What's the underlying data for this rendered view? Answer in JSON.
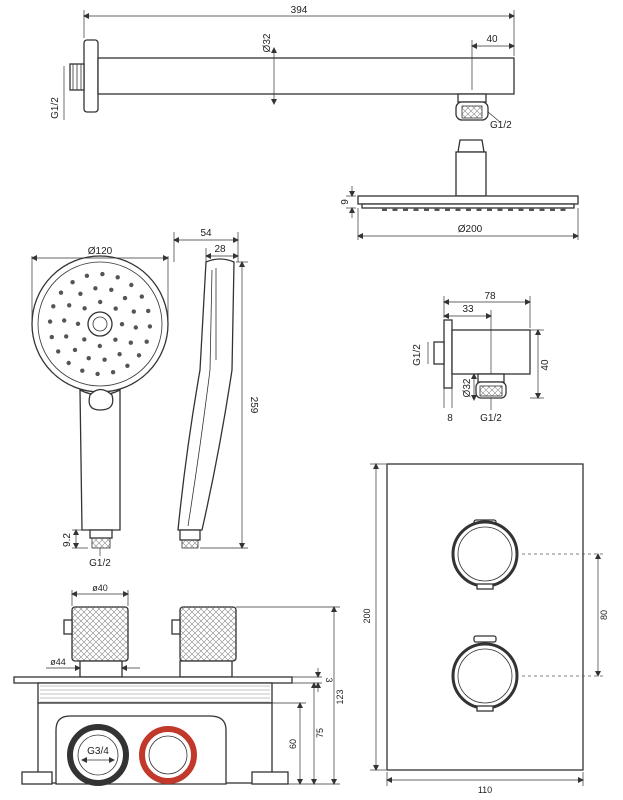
{
  "colors": {
    "line": "#333333",
    "accent_hot": "#c0392b",
    "accent_cold": "#333333"
  },
  "dimensions": {
    "arm_length": "394",
    "arm_diameter": "Ø32",
    "arm_offset": "40",
    "arm_thread": "G1/2",
    "arm_outlet_thread": "G1/2",
    "head_height": "9",
    "head_diameter": "Ø200",
    "hand_diameter": "Ø120",
    "hand_depth": "54",
    "hand_depth_inner": "28",
    "hand_length": "259",
    "hand_neck": "9.2",
    "hand_thread": "G1/2",
    "elbow_width": "78",
    "elbow_offset": "33",
    "elbow_thread_left": "G1/2",
    "elbow_height": "40",
    "elbow_diameter": "Ø32",
    "elbow_plate": "8",
    "elbow_thread_bottom": "G1/2",
    "box_knob_diameter": "ø40",
    "box_collar_diameter": "ø44",
    "box_plate": "3",
    "box_total_depth": "123",
    "box_depth": "75",
    "box_inner_depth": "60",
    "box_inlet": "G3/4",
    "panel_height": "200",
    "panel_spacing": "80",
    "panel_width": "110"
  }
}
